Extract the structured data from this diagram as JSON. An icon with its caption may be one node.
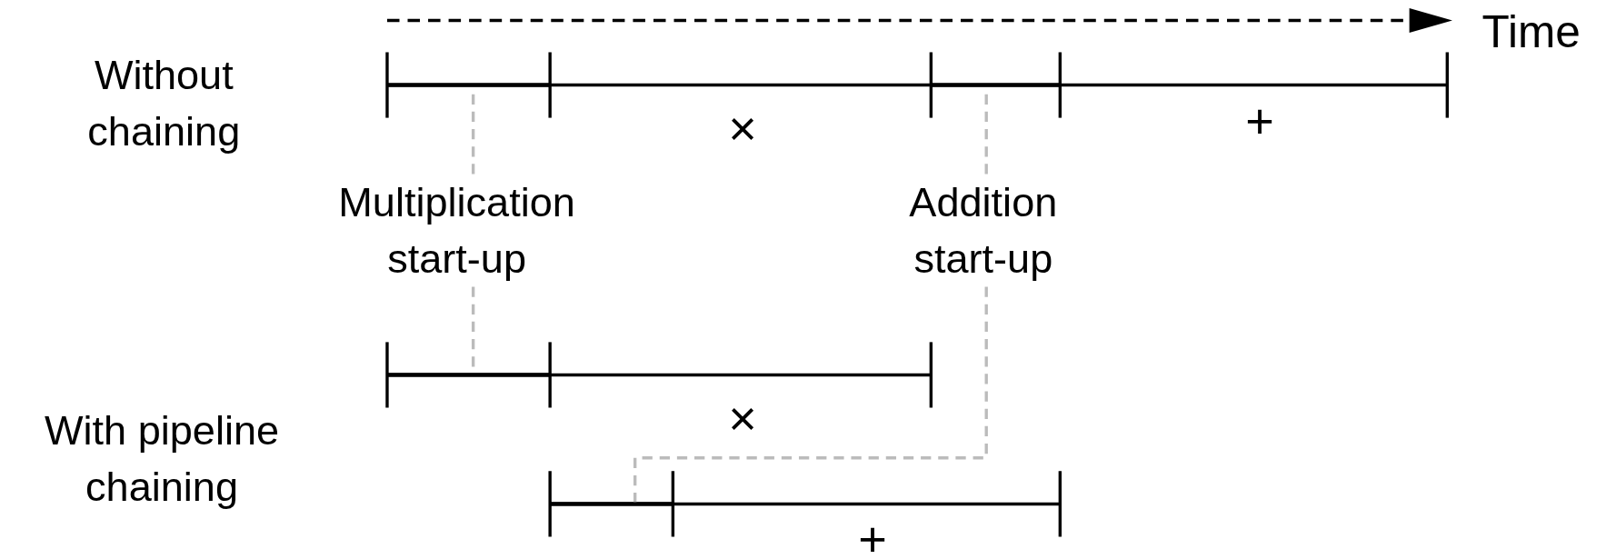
{
  "diagram": {
    "nodes": [
      {
        "text": [
          "Multiplication start-up"
        ]
      },
      {
        "text": [
          "Addition start-up"
        ]
      },
      {
        "text": [],
        "shape": "bar"
      },
      {
        "text": [],
        "shape": "bar"
      },
      {
        "text": [],
        "shape": "bar"
      },
      {
        "text": [],
        "shape": "bar"
      }
    ],
    "edges": [
      {
        "from": 0,
        "to": 2,
        "arrow": "none",
        "style": "dashed"
      },
      {
        "from": 0,
        "to": 3,
        "arrow": "none",
        "style": "dashed"
      },
      {
        "from": 1,
        "to": 4,
        "arrow": "none",
        "style": "dashed"
      },
      {
        "from": 1,
        "to": 5,
        "arrow": "none",
        "style": "dashed"
      }
    ],
    "labels": [
      "Time",
      "Without chaining",
      "×",
      "+",
      "With pipeline chaining",
      "×",
      "+"
    ]
  }
}
